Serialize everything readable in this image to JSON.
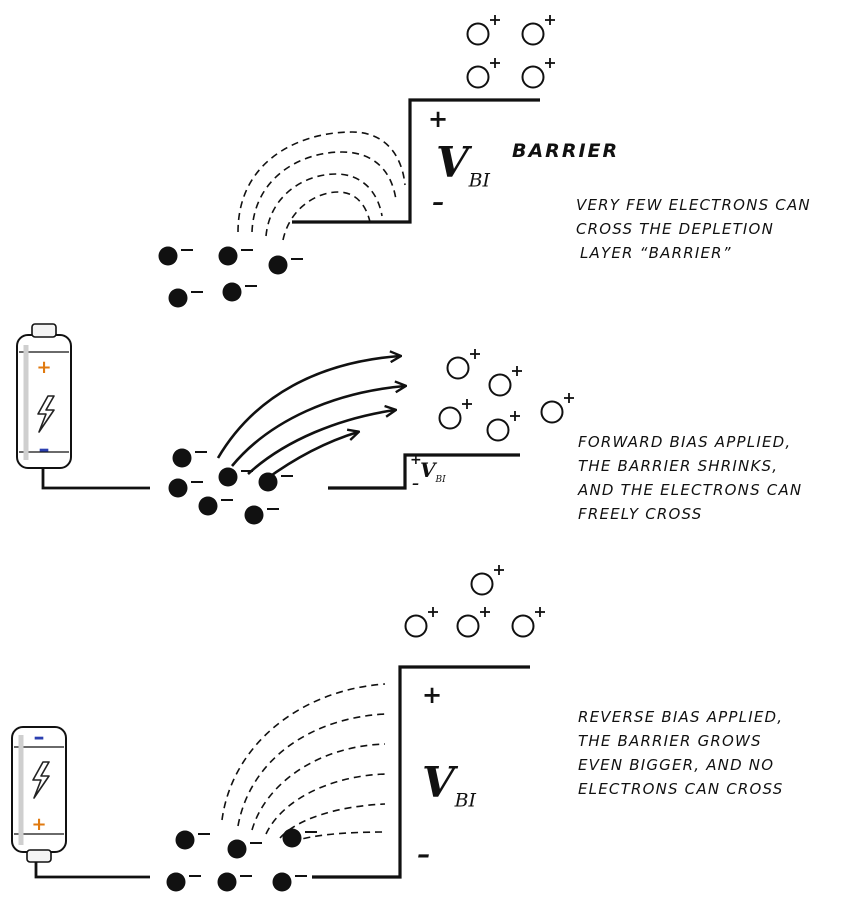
{
  "panels": [
    {
      "id": "equilibrium",
      "title": "Barrier",
      "caption": [
        "Very few electrons can",
        "cross the depletion",
        "layer “barrier”"
      ],
      "barrier_top_sign": "+",
      "barrier_bottom_sign": "–",
      "vbi_label": "V",
      "vbi_sub": "BI"
    },
    {
      "id": "forward-bias",
      "caption": [
        "Forward Bias applied,",
        "the barrier shrinks,",
        "and  the electrons can",
        "freely cross"
      ],
      "barrier_top_sign": "+",
      "barrier_bottom_sign": "–",
      "vbi_label": "V",
      "vbi_sub": "BI",
      "battery": {
        "top_terminal": "+",
        "bottom_terminal": "–",
        "top_color": "#e07a10",
        "bottom_color": "#2b3fb0"
      }
    },
    {
      "id": "reverse-bias",
      "caption": [
        "Reverse Bias applied,",
        "the barrier grows",
        "even bigger, and no",
        "electrons can cross"
      ],
      "barrier_top_sign": "+",
      "barrier_bottom_sign": "–",
      "vbi_label": "V",
      "vbi_sub": "BI",
      "battery": {
        "top_terminal": "–",
        "bottom_terminal": "+",
        "top_color": "#2b3fb0",
        "bottom_color": "#e07a10"
      }
    }
  ],
  "colors": {
    "ink": "#111111",
    "positive_terminal": "#e07a10",
    "negative_terminal": "#2b3fb0",
    "bolt_icon": "#222222"
  },
  "icons": [
    "electron-icon",
    "hole-icon",
    "battery-icon",
    "lightning-bolt-icon"
  ]
}
